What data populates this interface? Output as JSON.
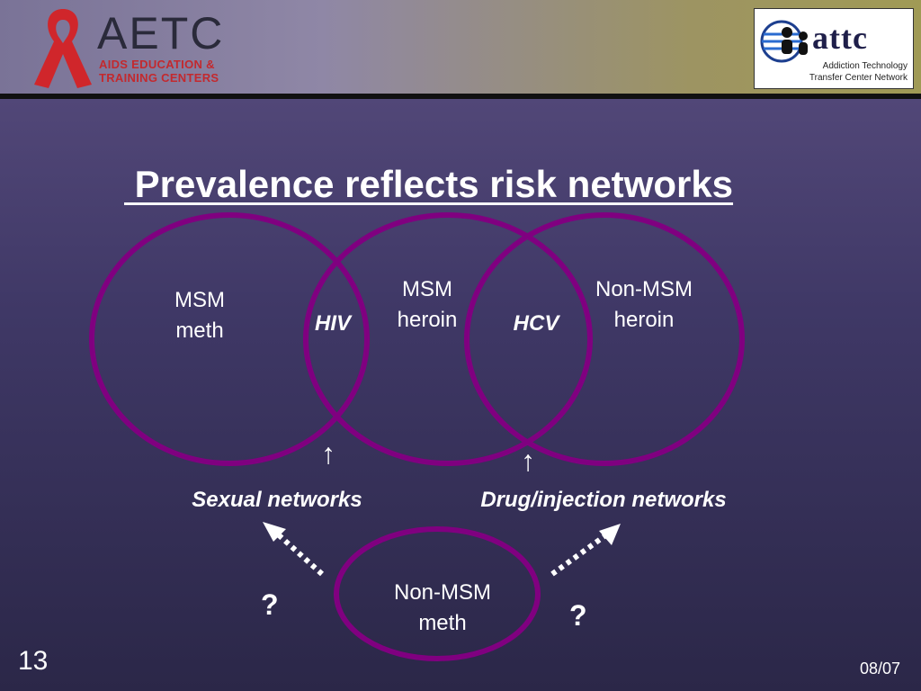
{
  "header": {
    "aetc_logo": {
      "name": "AETC",
      "subtitle_line1": "AIDS EDUCATION &",
      "subtitle_line2": "TRAINING CENTERS",
      "ribbon_color": "#d0262b",
      "icon": "red-ribbon-icon"
    },
    "attc_logo": {
      "name": "attc",
      "subtitle_line1": "Addiction Technology",
      "subtitle_line2": "Transfer Center Network",
      "icon": "globe-people-icon"
    }
  },
  "slide": {
    "title": " Prevalence reflects risk networks",
    "circle_color": "#800080",
    "circles": [
      {
        "line1": "MSM",
        "line2": "meth"
      },
      {
        "line1": "MSM",
        "line2": "heroin"
      },
      {
        "line1": "Non-MSM",
        "line2": "heroin"
      },
      {
        "line1": "Non-MSM",
        "line2": "meth"
      }
    ],
    "overlaps": [
      "HIV",
      "HCV"
    ],
    "arrow_glyph": "↑",
    "networks": [
      "Sexual networks",
      "Drug/injection networks"
    ],
    "question_marks": [
      "?",
      "?"
    ],
    "slide_number": "13",
    "date": "08/07"
  }
}
